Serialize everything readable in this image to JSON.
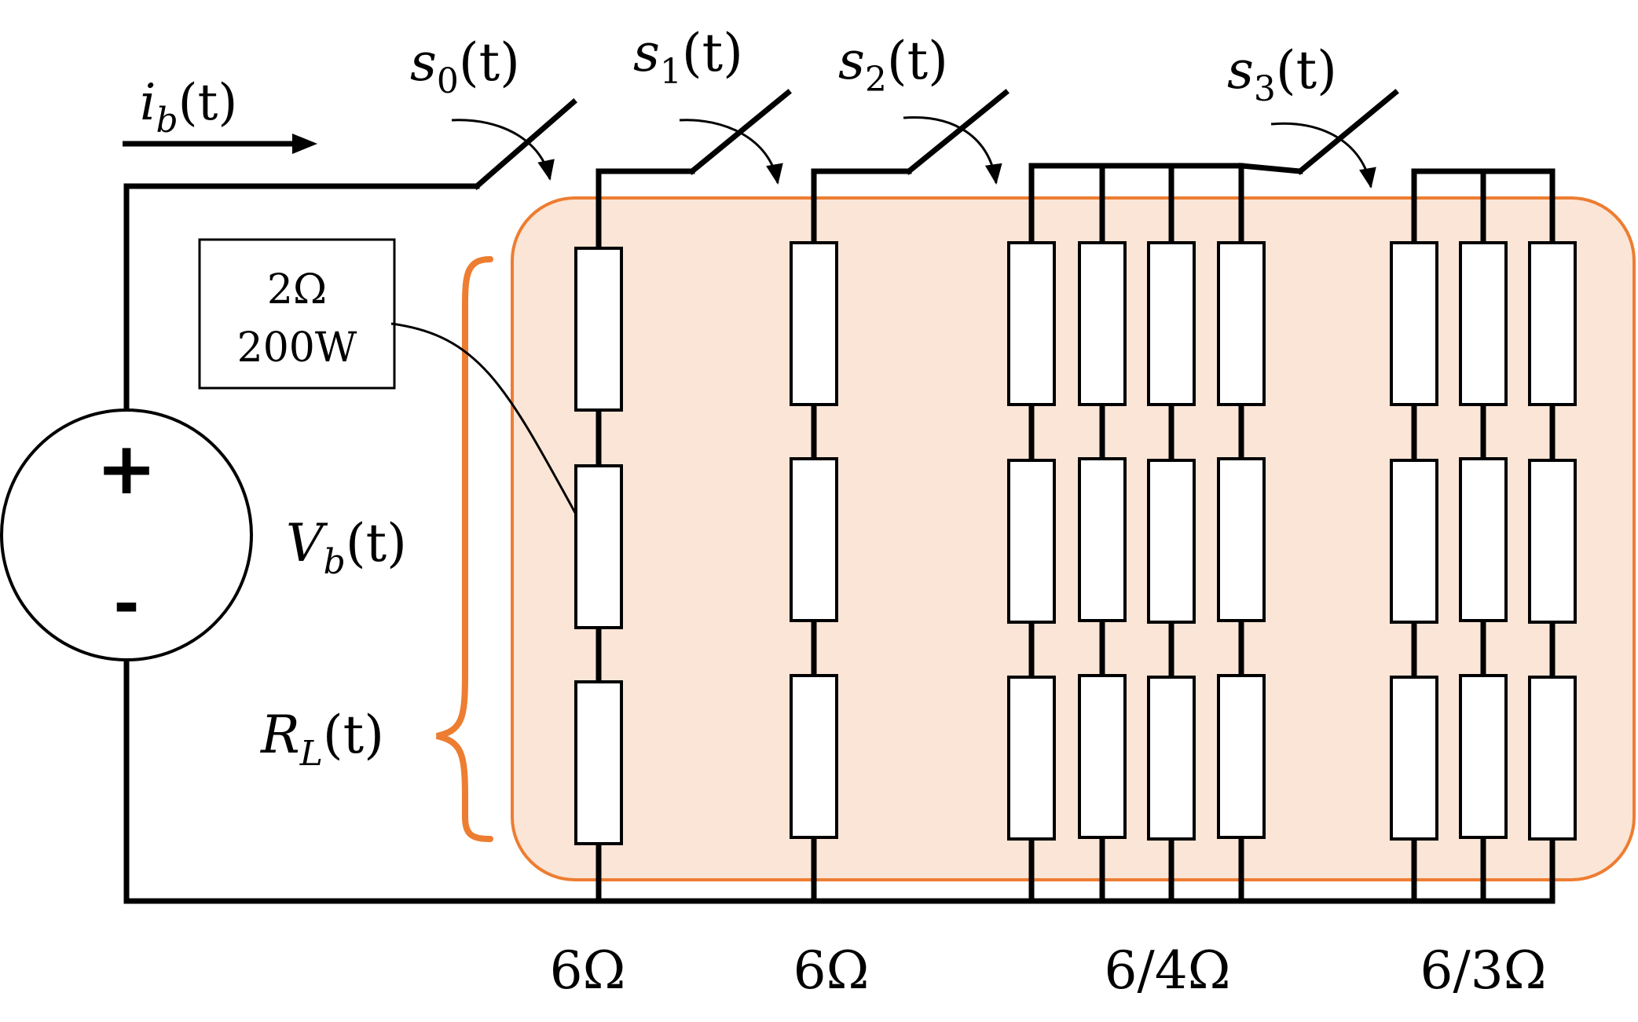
{
  "colors": {
    "wire": "#000000",
    "load_region_fill": "#fbe5d6",
    "load_region_stroke": "#ed7d31",
    "brace": "#ed7d31"
  },
  "current": {
    "symbol": "i",
    "subscript": "b",
    "arg": "(t)"
  },
  "voltage": {
    "symbol": "V",
    "subscript": "b",
    "arg": "(t)"
  },
  "load": {
    "symbol": "R",
    "subscript": "L",
    "arg": "(t)"
  },
  "source": {
    "plus": "+",
    "minus": "-"
  },
  "callout": {
    "line1": "2Ω",
    "line2": "200W"
  },
  "switches": [
    {
      "symbol": "s",
      "subscript": "0",
      "arg": "(t)"
    },
    {
      "symbol": "s",
      "subscript": "1",
      "arg": "(t)"
    },
    {
      "symbol": "s",
      "subscript": "2",
      "arg": "(t)"
    },
    {
      "symbol": "s",
      "subscript": "3",
      "arg": "(t)"
    }
  ],
  "branches": [
    {
      "label": "6Ω",
      "parallel": 1,
      "series": 3
    },
    {
      "label": "6Ω",
      "parallel": 1,
      "series": 3
    },
    {
      "label": "6/4Ω",
      "parallel": 4,
      "series": 3
    },
    {
      "label": "6/3Ω",
      "parallel": 3,
      "series": 3
    }
  ]
}
